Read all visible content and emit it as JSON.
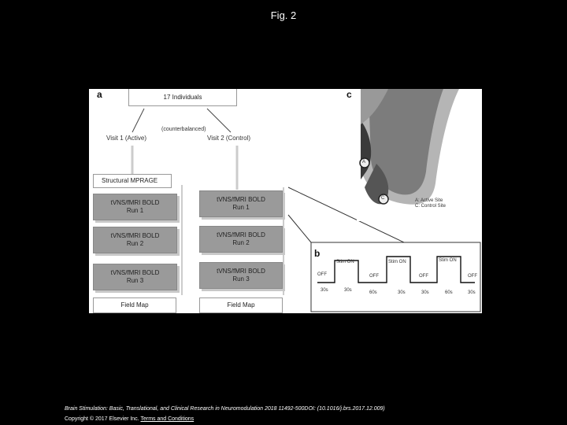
{
  "figure": {
    "title": "Fig. 2"
  },
  "panel_a": {
    "label": "a",
    "individuals": "17 Individuals",
    "counterbalanced": "(counterbalanced)",
    "visit1": "Visit 1 (Active)",
    "visit2": "Visit 2 (Control)",
    "structural": "Structural MPRAGE",
    "runs_line1": "tVNS/fMRI BOLD",
    "run1": "Run 1",
    "run2": "Run 2",
    "run3": "Run 3",
    "fieldmap": "Field Map"
  },
  "panel_b": {
    "label": "b",
    "states": [
      "OFF",
      "Stim ON",
      "OFF",
      "Stim ON",
      "OFF",
      "Stim ON",
      "OFF"
    ],
    "durations": [
      "30s",
      "30s",
      "60s",
      "30s",
      "30s",
      "60s",
      "30s"
    ]
  },
  "panel_c": {
    "label": "c",
    "marker_a": "A",
    "marker_c": "C",
    "legend_a": "A: Active Site",
    "legend_c": "C: Control Site"
  },
  "footer": {
    "citation": "Brain Stimulation: Basic, Translational, and Clinical Research in Neuromodulation 2018 11492-500DOI: (10.1016/j.brs.2017.12.009)",
    "copyright": "Copyright © 2017 Elsevier Inc. ",
    "terms": "Terms and Conditions"
  }
}
